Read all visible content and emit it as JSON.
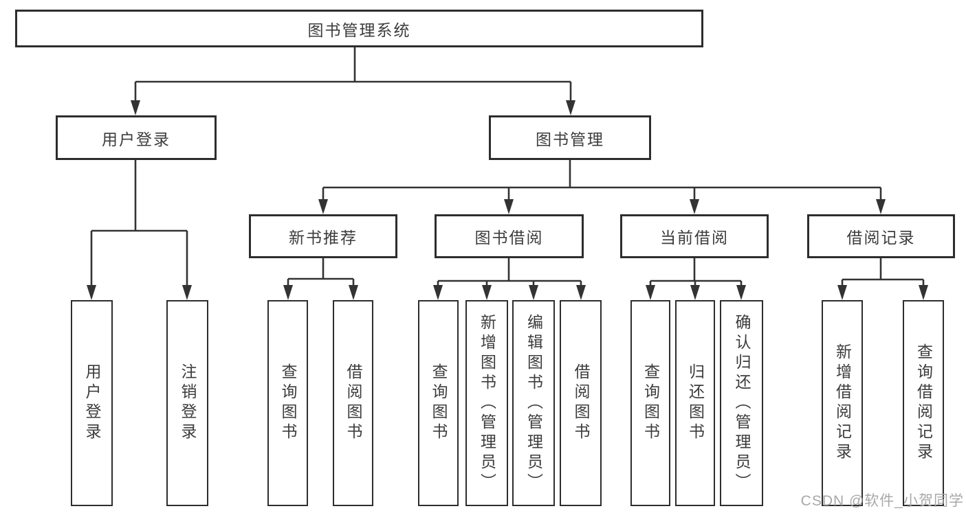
{
  "title": "图书管理系统",
  "watermark": "CSDN @软件_小贺同学",
  "colors": {
    "line": "#333333",
    "box-border": "#2d2d2d",
    "box-bg": "#ffffff",
    "text": "#3c3c3c",
    "watermark": "#a8a8a8",
    "background": "#ffffff"
  },
  "tree": {
    "root": {
      "label": "图书管理系统"
    },
    "branches": [
      {
        "label": "用户登录",
        "children": [
          {
            "label": "用户登录"
          },
          {
            "label": "注销登录"
          }
        ]
      },
      {
        "label": "图书管理",
        "children": [
          {
            "label": "新书推荐",
            "children": [
              {
                "label": "查询图书"
              },
              {
                "label": "借阅图书"
              }
            ]
          },
          {
            "label": "图书借阅",
            "children": [
              {
                "label": "查询图书"
              },
              {
                "label": "新增图书（管理员）"
              },
              {
                "label": "编辑图书（管理员）"
              },
              {
                "label": "借阅图书"
              }
            ]
          },
          {
            "label": "当前借阅",
            "children": [
              {
                "label": "查询图书"
              },
              {
                "label": "归还图书"
              },
              {
                "label": "确认归还（管理员）"
              }
            ]
          },
          {
            "label": "借阅记录",
            "children": [
              {
                "label": "新增借阅记录"
              },
              {
                "label": "查询借阅记录"
              }
            ]
          }
        ]
      }
    ]
  }
}
